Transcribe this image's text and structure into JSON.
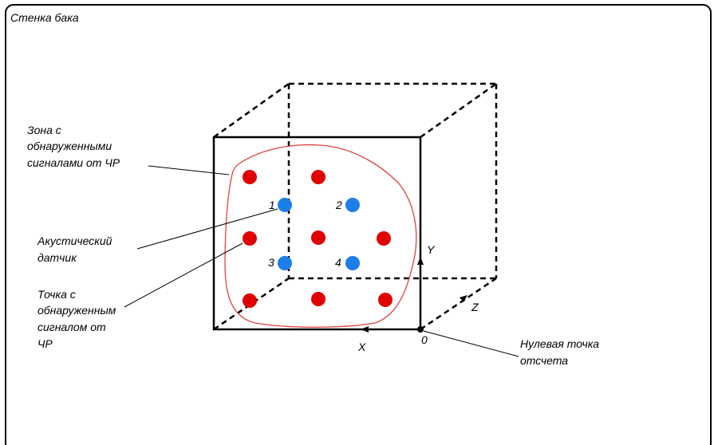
{
  "title": "Стенка бака",
  "labels": {
    "zone": [
      "Зона с",
      "обнаруженными",
      "сигналами от ЧР"
    ],
    "sensor": [
      "Акустический",
      "датчик"
    ],
    "point": [
      "Точка с",
      "обнаруженным",
      "сигналом от",
      "ЧР"
    ],
    "origin": [
      "Нулевая точка",
      "отсчета"
    ]
  },
  "axes": {
    "x": "X",
    "y": "Y",
    "z": "Z",
    "origin": "0"
  },
  "sensors": [
    "1",
    "2",
    "3",
    "4"
  ],
  "colors": {
    "defect_point": "#e00000",
    "sensor": "#1e7ee8",
    "zone_outline": "#e04040",
    "line": "#000000"
  }
}
